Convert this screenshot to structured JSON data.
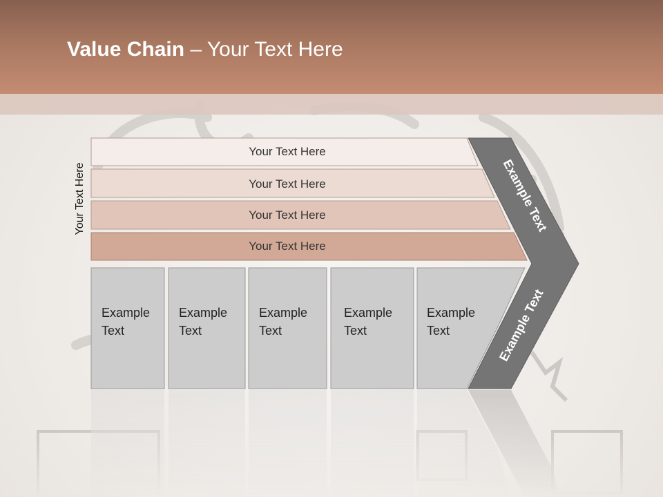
{
  "slide": {
    "title_bold": "Value Chain",
    "title_rest": " – Your Text Here",
    "vertical_label": "Your Text Here"
  },
  "rows": [
    {
      "label": "Your Text Here",
      "color": "#f5ede9"
    },
    {
      "label": "Your Text Here",
      "color": "#ecdbd3"
    },
    {
      "label": "Your Text Here",
      "color": "#e1c5b8"
    },
    {
      "label": "Your Text Here",
      "color": "#d2a996"
    }
  ],
  "boxes": [
    {
      "line1": "Example",
      "line2": "Text"
    },
    {
      "line1": "Example",
      "line2": "Text"
    },
    {
      "line1": "Example",
      "line2": "Text"
    },
    {
      "line1": "Example",
      "line2": "Text"
    },
    {
      "line1": "Example",
      "line2": "Text"
    }
  ],
  "chevron": {
    "top_label": "Example Text",
    "bottom_label": "Example Text",
    "color": "#757575"
  },
  "colors": {
    "header": "#b07d66",
    "box_fill": "#cccccc",
    "box_stroke": "#9a9a9a"
  }
}
